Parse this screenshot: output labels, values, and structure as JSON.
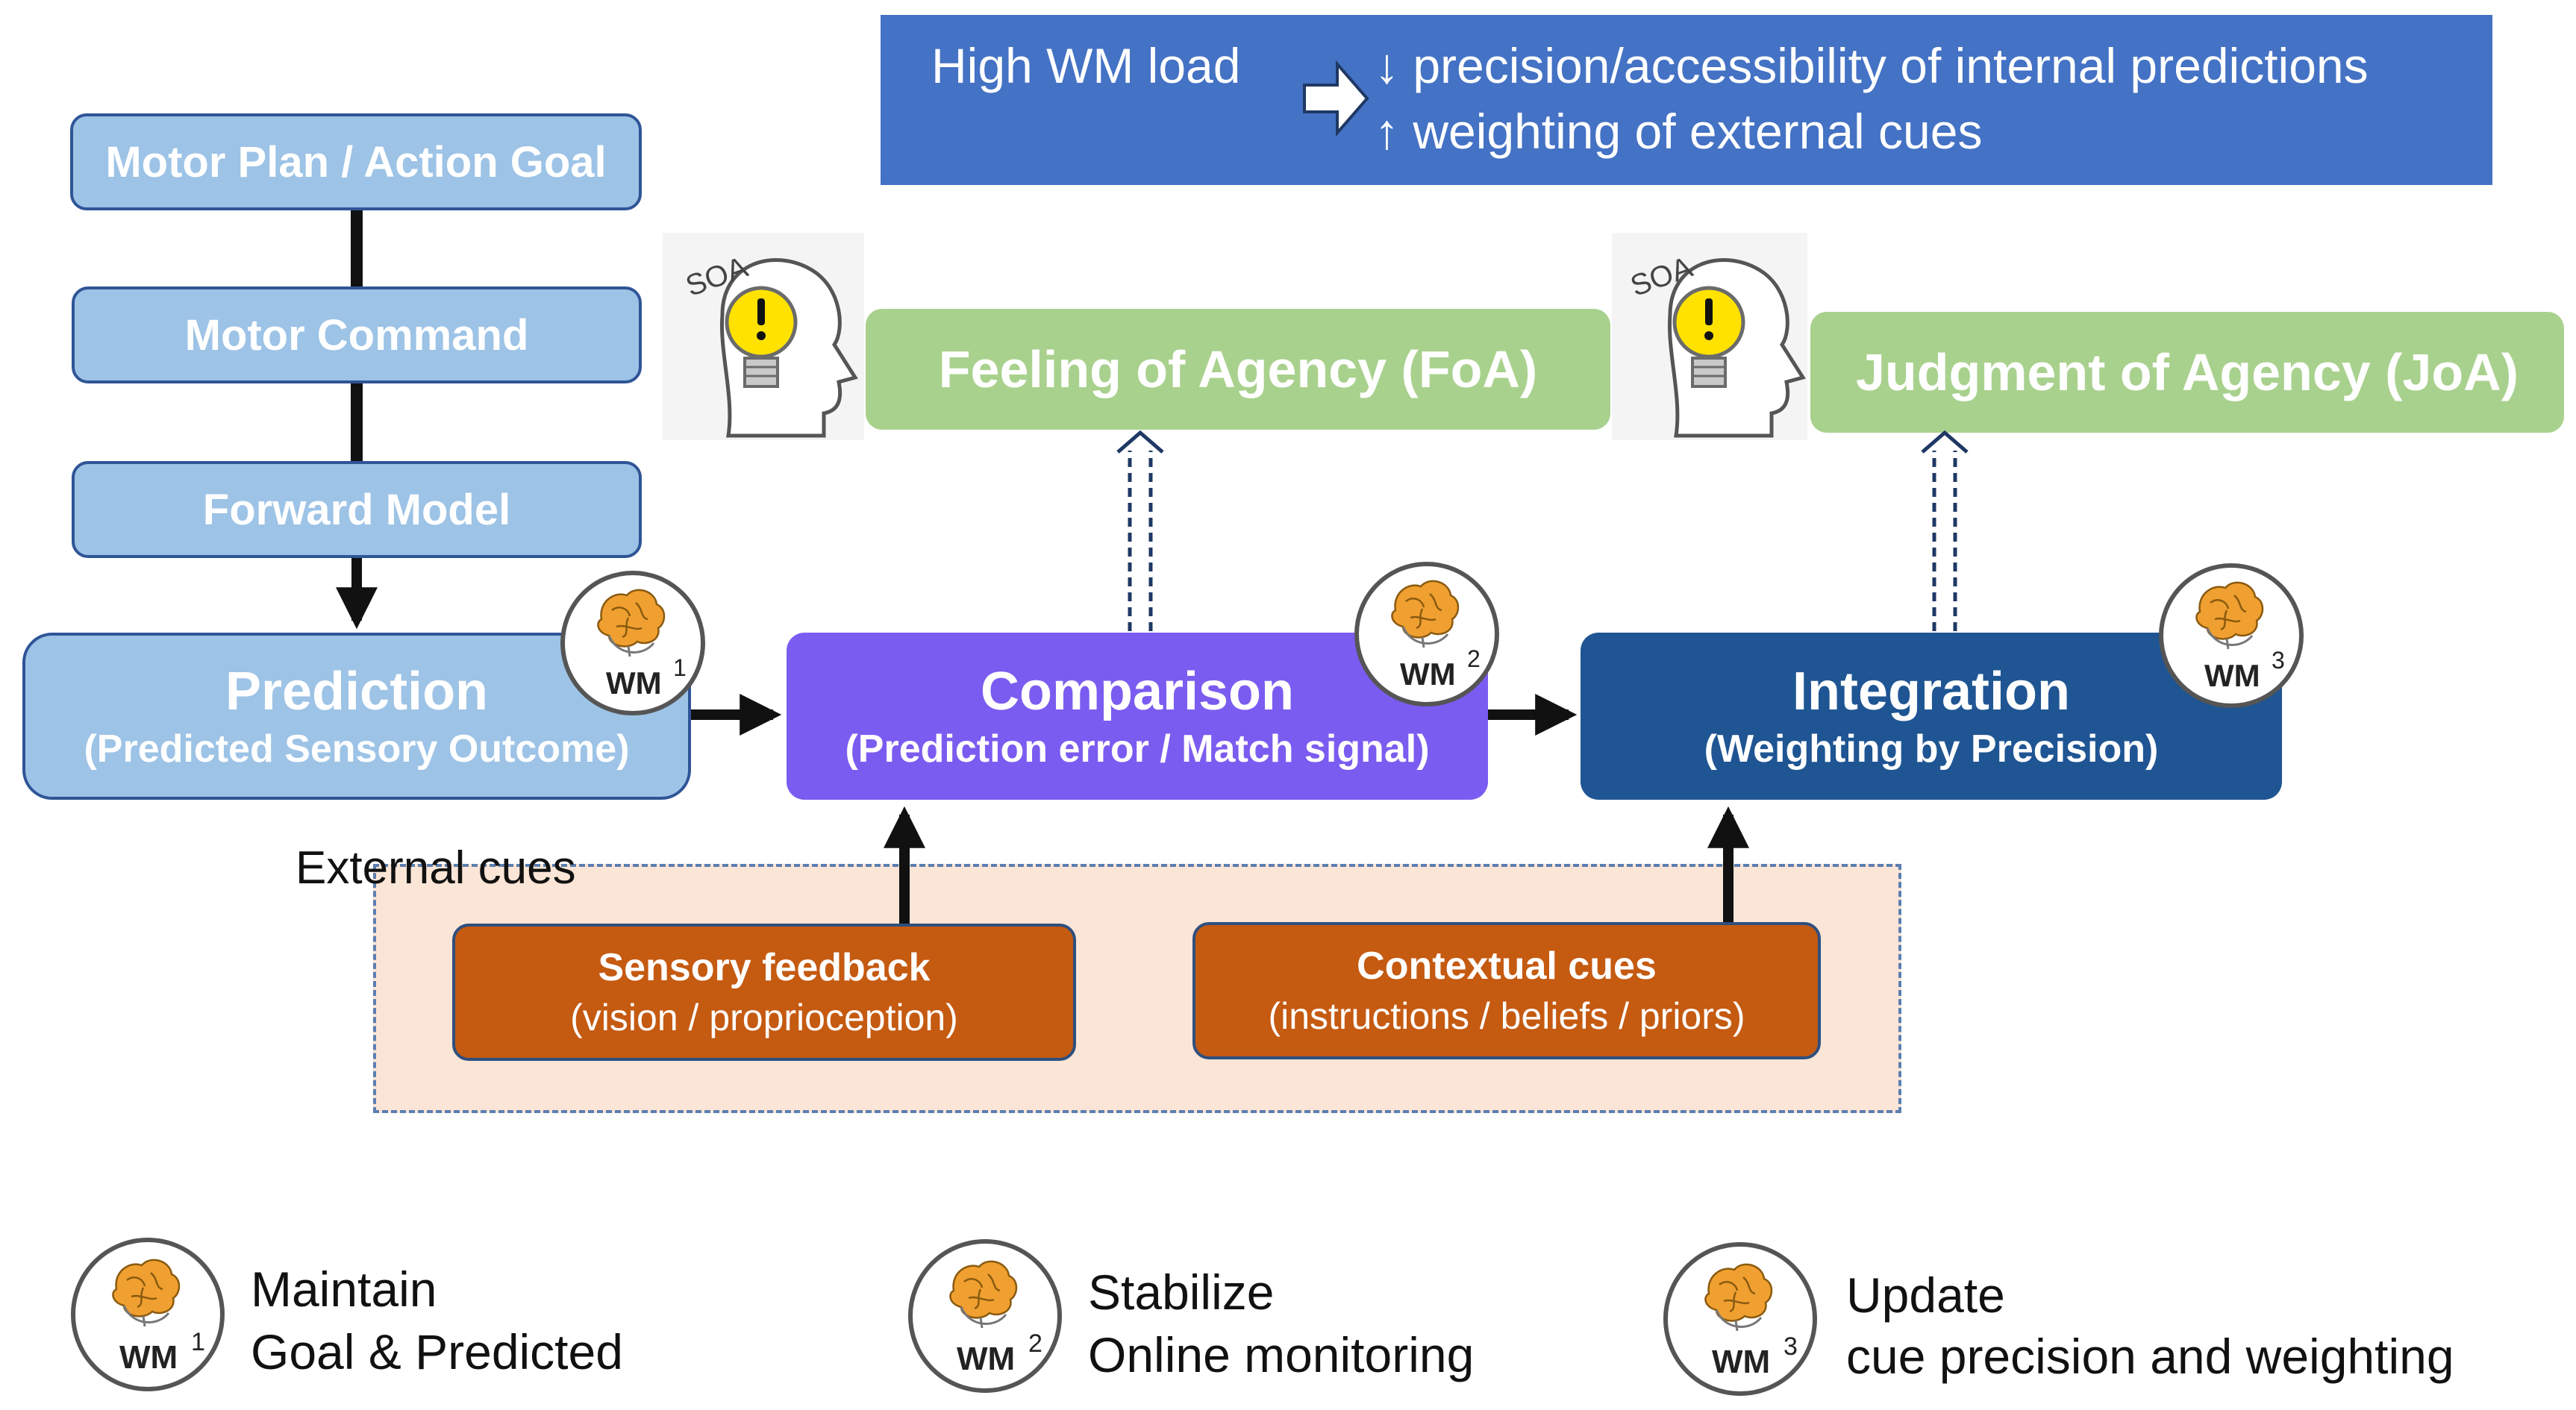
{
  "banner": {
    "left": "High WM load",
    "line1": "↓ precision/accessibility of internal predictions",
    "line2": "↑ weighting of external cues"
  },
  "left_stack": {
    "motor_plan": "Motor Plan / Action Goal",
    "motor_command": "Motor Command",
    "forward_model": "Forward Model"
  },
  "prediction": {
    "title": "Prediction",
    "subtitle": "(Predicted Sensory Outcome)"
  },
  "comparison": {
    "title": "Comparison",
    "subtitle": "(Prediction error / Match signal)"
  },
  "integration": {
    "title": "Integration",
    "subtitle": "(Weighting by Precision)"
  },
  "foa": {
    "label": "Feeling of Agency (FoA)",
    "soa": "SOA"
  },
  "joa": {
    "label": "Judgment of Agency (JoA)",
    "soa": "SOA"
  },
  "external": {
    "label": "External cues",
    "sensory_title": "Sensory feedback",
    "sensory_sub": "(vision / proprioception)",
    "contextual_title": "Contextual cues",
    "contextual_sub": "(instructions / beliefs / priors)"
  },
  "wm_badges": {
    "wm": "WM",
    "n1": "1",
    "n2": "2",
    "n3": "3"
  },
  "legend": [
    {
      "line1": "Maintain",
      "line2": "Goal & Predicted"
    },
    {
      "line1": "Stabilize",
      "line2": "Online monitoring"
    },
    {
      "line1": "Update",
      "line2": "cue precision and weighting"
    }
  ],
  "colors": {
    "banner": "#4472c4",
    "light_blue": "#9dc3e6",
    "green": "#a9d18e",
    "purple": "#7b5cf0",
    "navy": "#1f5593",
    "orange": "#c55a11",
    "peach": "#fbe5d6",
    "brain": "#f0a030"
  }
}
